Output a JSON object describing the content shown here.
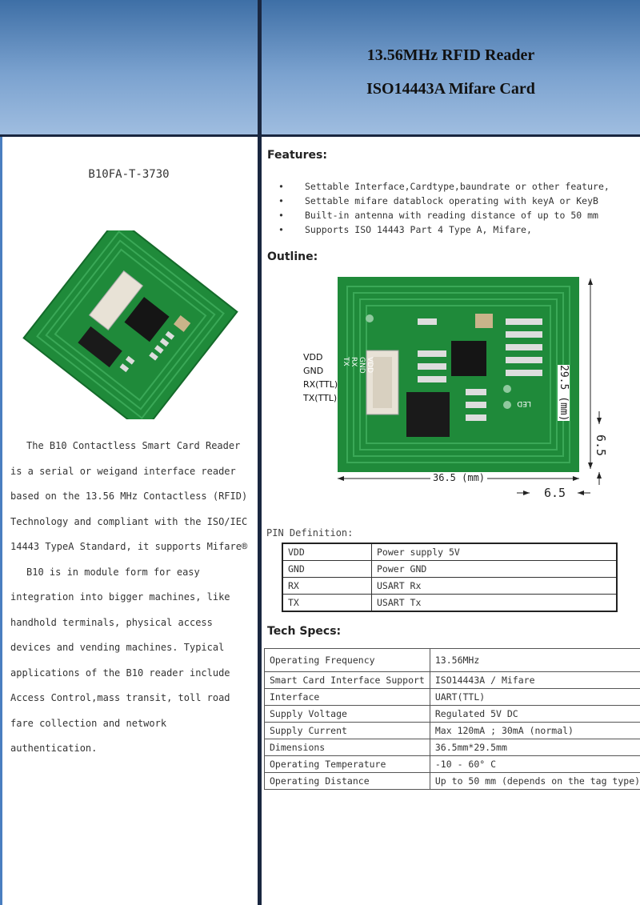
{
  "header": {
    "title_line1": "13.56MHz RFID Reader",
    "title_line2": "ISO14443A Mifare Card"
  },
  "product": {
    "model": "B10FA-T-3730",
    "description": [
      "The B10 Contactless Smart Card Reader is a serial or weigand interface reader based on the 13.56 MHz Contactless (RFID) Technology and compliant with the ISO/IEC 14443 TypeA Standard, it supports Mifare®",
      "B10 is in module form for easy integration into bigger machines, like handhold terminals, physical access devices and vending machines. Typical applications of the B10 reader include Access Control,mass transit, toll road fare collection and network authentication."
    ]
  },
  "features": {
    "heading": "Features:",
    "items": [
      "Settable Interface,Cardtype,baundrate or other feature,",
      "Settable mifare datablock operating with keyA or KeyB",
      "Built-in antenna with reading distance of up to 50 mm",
      "Supports ISO 14443 Part 4 Type A, Mifare,"
    ]
  },
  "outline": {
    "heading": "Outline:",
    "pin_labels": [
      "VDD",
      "GND",
      "RX(TTL)",
      "TX(TTL)"
    ],
    "board_text": {
      "connector": [
        "VDD",
        "GND",
        "RX",
        "TX"
      ],
      "led": "LED"
    },
    "dim_width": "36.5 (mm)",
    "dim_height": "29.5 (mm)",
    "dim_right": "6.5",
    "dim_bottom": "6.5"
  },
  "pin_definition": {
    "heading": "PIN Definition:",
    "rows": [
      [
        "VDD",
        "Power supply 5V"
      ],
      [
        "GND",
        "Power GND"
      ],
      [
        "RX",
        "USART Rx"
      ],
      [
        "TX",
        "USART Tx"
      ]
    ]
  },
  "tech_specs": {
    "heading": "Tech Specs:",
    "rows": [
      [
        "Operating Frequency",
        "13.56MHz"
      ],
      [
        "Smart Card Interface Support",
        "ISO14443A / Mifare"
      ],
      [
        "Interface",
        "UART(TTL)"
      ],
      [
        "Supply Voltage",
        "Regulated 5V DC"
      ],
      [
        "Supply Current",
        "Max 120mA ; 30mA (normal)"
      ],
      [
        "Dimensions",
        "36.5mm*29.5mm"
      ],
      [
        "Operating Temperature",
        "-10 - 60° C"
      ],
      [
        "Operating Distance",
        "Up to 50 mm (depends on the tag type)"
      ]
    ]
  },
  "colors": {
    "pcb_green": "#1f8a3a",
    "header_blue": "#5b88bf",
    "divider": "#1a2740"
  }
}
